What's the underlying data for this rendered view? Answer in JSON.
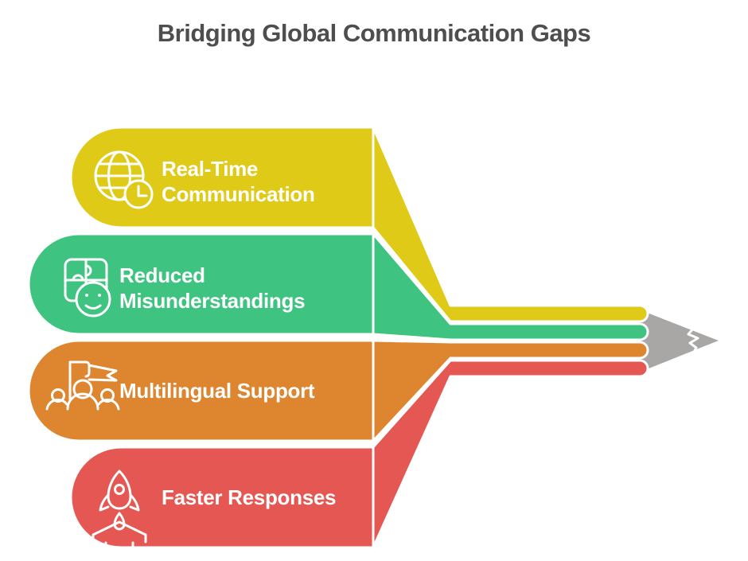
{
  "title": "Bridging Global Communication Gaps",
  "banners": [
    {
      "label_lines": [
        "Real-Time",
        "Communication"
      ],
      "color": "#dfca18",
      "icon": "globe-clock-icon"
    },
    {
      "label_lines": [
        "Reduced",
        "Misunderstandings"
      ],
      "color": "#3ec480",
      "icon": "puzzle-smiley-icon"
    },
    {
      "label_lines": [
        "Multilingual Support"
      ],
      "color": "#de8530",
      "icon": "flag-team-icon"
    },
    {
      "label_lines": [
        "Faster Responses"
      ],
      "color": "#e45753",
      "icon": "rocket-launch-icon"
    }
  ],
  "pencil": {
    "tip_color": "#a8a7a5",
    "outline_color": "#ffffff"
  },
  "styles": {
    "title_color": "#4e4e4e",
    "label_color": "#ffffff",
    "background": "#ffffff"
  }
}
